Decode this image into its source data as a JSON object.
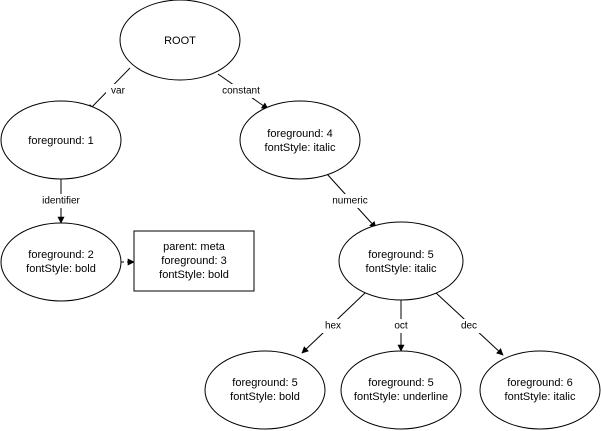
{
  "nodes": {
    "root": {
      "lines": [
        "ROOT"
      ]
    },
    "var_node": {
      "lines": [
        "foreground: 1"
      ]
    },
    "constant_node": {
      "lines": [
        "foreground: 4",
        "fontStyle: italic"
      ]
    },
    "identifier_node": {
      "lines": [
        "foreground: 2",
        "fontStyle: bold"
      ]
    },
    "meta_box": {
      "lines": [
        "parent: meta",
        "foreground: 3",
        "fontStyle: bold"
      ]
    },
    "numeric_node": {
      "lines": [
        "foreground: 5",
        "fontStyle: italic"
      ]
    },
    "hex_node": {
      "lines": [
        "foreground: 5",
        "fontStyle: bold"
      ]
    },
    "oct_node": {
      "lines": [
        "foreground: 5",
        "fontStyle: underline"
      ]
    },
    "dec_node": {
      "lines": [
        "foreground: 6",
        "fontStyle: italic"
      ]
    }
  },
  "edges": {
    "var": "var",
    "constant": "constant",
    "identifier": "identifier",
    "numeric": "numeric",
    "hex": "hex",
    "oct": "oct",
    "dec": "dec"
  }
}
